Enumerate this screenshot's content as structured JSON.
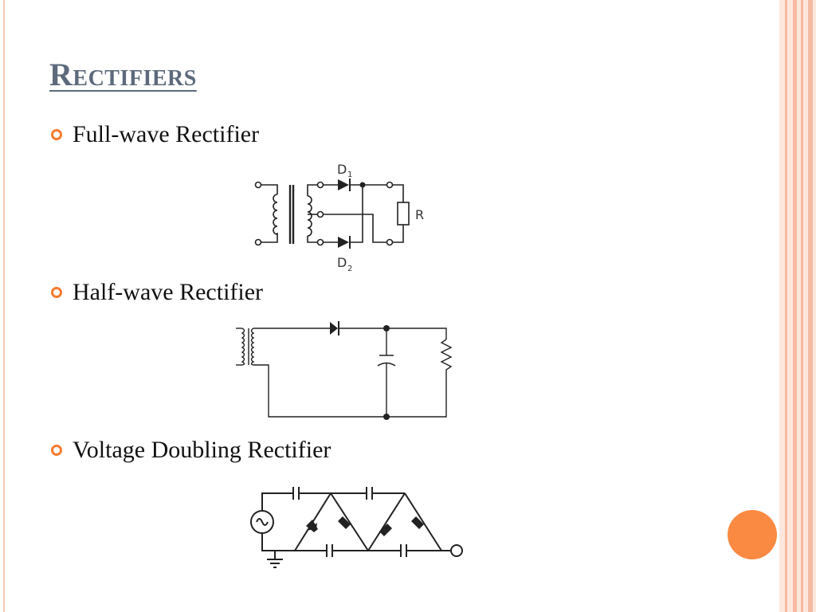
{
  "slide": {
    "title": "Rectifiers",
    "bullets": [
      {
        "label": "Full-wave Rectifier"
      },
      {
        "label": "Half-wave Rectifier"
      },
      {
        "label": "Voltage Doubling Rectifier"
      }
    ],
    "full_wave_labels": {
      "d1": "D",
      "d1_sub": "1",
      "d2": "D",
      "d2_sub": "2",
      "r": "R"
    }
  },
  "colors": {
    "accent": "#f57b2f",
    "title": "#5d6a7c",
    "border_light": "#f6c9b6",
    "circle": "#fa8a42"
  }
}
